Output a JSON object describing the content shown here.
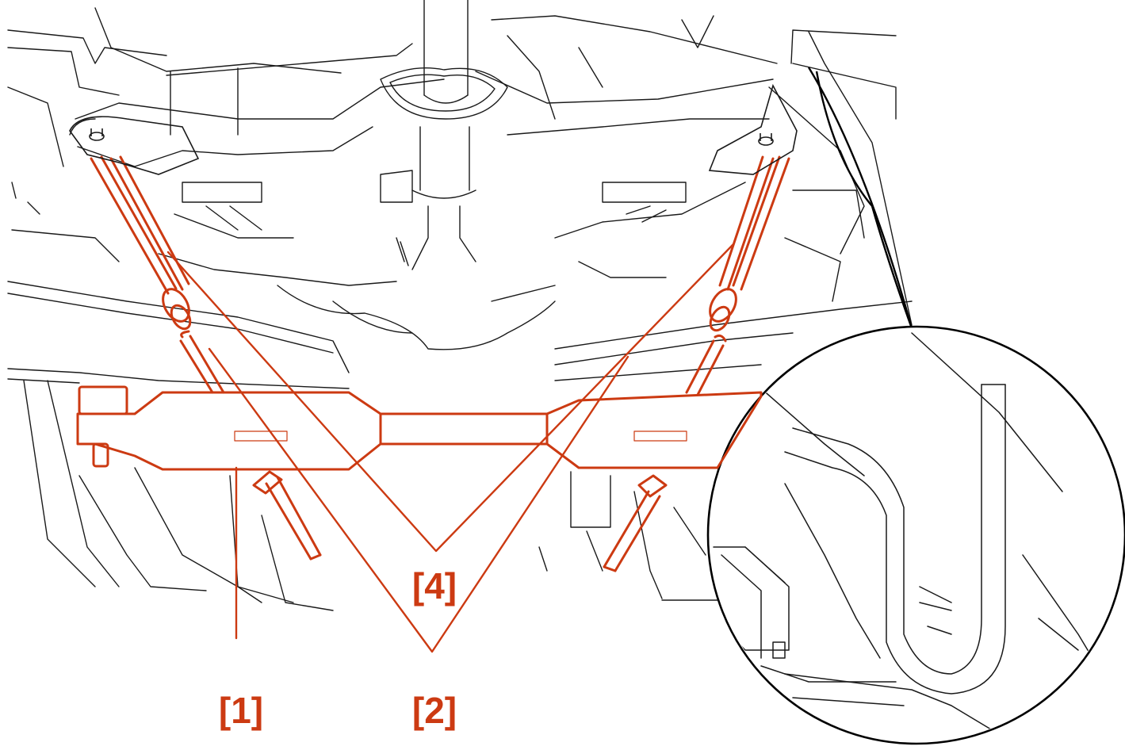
{
  "diagram": {
    "callouts": {
      "c1": "[1]",
      "c2": "[2]",
      "c4": "[4]"
    },
    "colors": {
      "highlight": "#cc3a12",
      "line": "#1a1a1a",
      "background": "#ffffff"
    }
  }
}
